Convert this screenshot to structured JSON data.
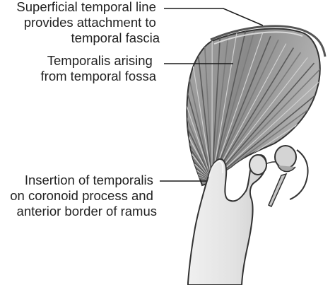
{
  "labels": [
    {
      "id": "superficial-temporal-line",
      "lines": [
        "Superficial temporal line",
        "provides attachment to",
        "temporal fascia"
      ]
    },
    {
      "id": "temporalis-origin",
      "lines": [
        "Temporalis arising",
        "from temporal fossa"
      ]
    },
    {
      "id": "temporalis-insertion",
      "lines": [
        "Insertion of temporalis",
        "on coronoid process and",
        "anterior border of ramus"
      ]
    }
  ],
  "colors": {
    "muscle": "#8f8f8f",
    "muscle_light": "#c9c9c9",
    "fibers": "#5a5a5a",
    "bone": "#e6e6e6",
    "outline": "#333333",
    "text": "#222222"
  }
}
